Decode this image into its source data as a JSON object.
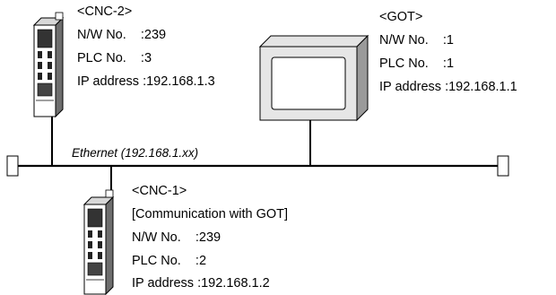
{
  "network": {
    "label": "Ethernet (192.168.1.xx)"
  },
  "cnc2": {
    "title": "<CNC-2>",
    "nw": "N/W No.    :239",
    "plc": "PLC No.    :3",
    "ip": "IP address :192.168.1.3"
  },
  "got": {
    "title": "<GOT>",
    "nw": "N/W No.    :1",
    "plc": "PLC No.    :1",
    "ip": "IP address :192.168.1.1"
  },
  "cnc1": {
    "title": "<CNC-1>",
    "note": "[Communication with GOT]",
    "nw": "N/W No.    :239",
    "plc": "PLC No.    :2",
    "ip": "IP address :192.168.1.2"
  }
}
